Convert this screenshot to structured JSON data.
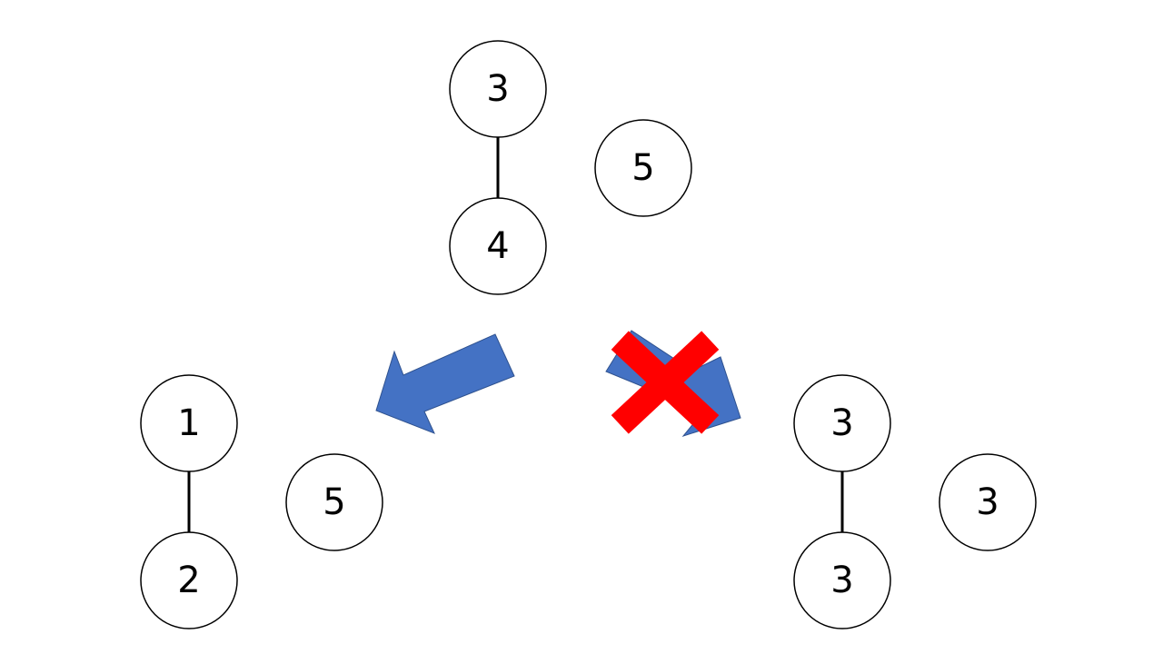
{
  "colors": {
    "background": "#ffffff",
    "node_fill": "#ffffff",
    "node_stroke": "#000000",
    "edge": "#000000",
    "arrow_fill": "#4472c4",
    "cross": "#ff0000"
  },
  "top_graph": {
    "nodes": {
      "upper": "3",
      "lower": "4",
      "separate": "5"
    }
  },
  "left_graph": {
    "nodes": {
      "upper": "1",
      "lower": "2",
      "separate": "5"
    }
  },
  "right_graph": {
    "nodes": {
      "upper": "3",
      "lower": "3",
      "separate": "3"
    }
  },
  "arrows": {
    "left": {
      "valid": true
    },
    "right": {
      "valid": false,
      "marker": "cross-icon"
    }
  }
}
